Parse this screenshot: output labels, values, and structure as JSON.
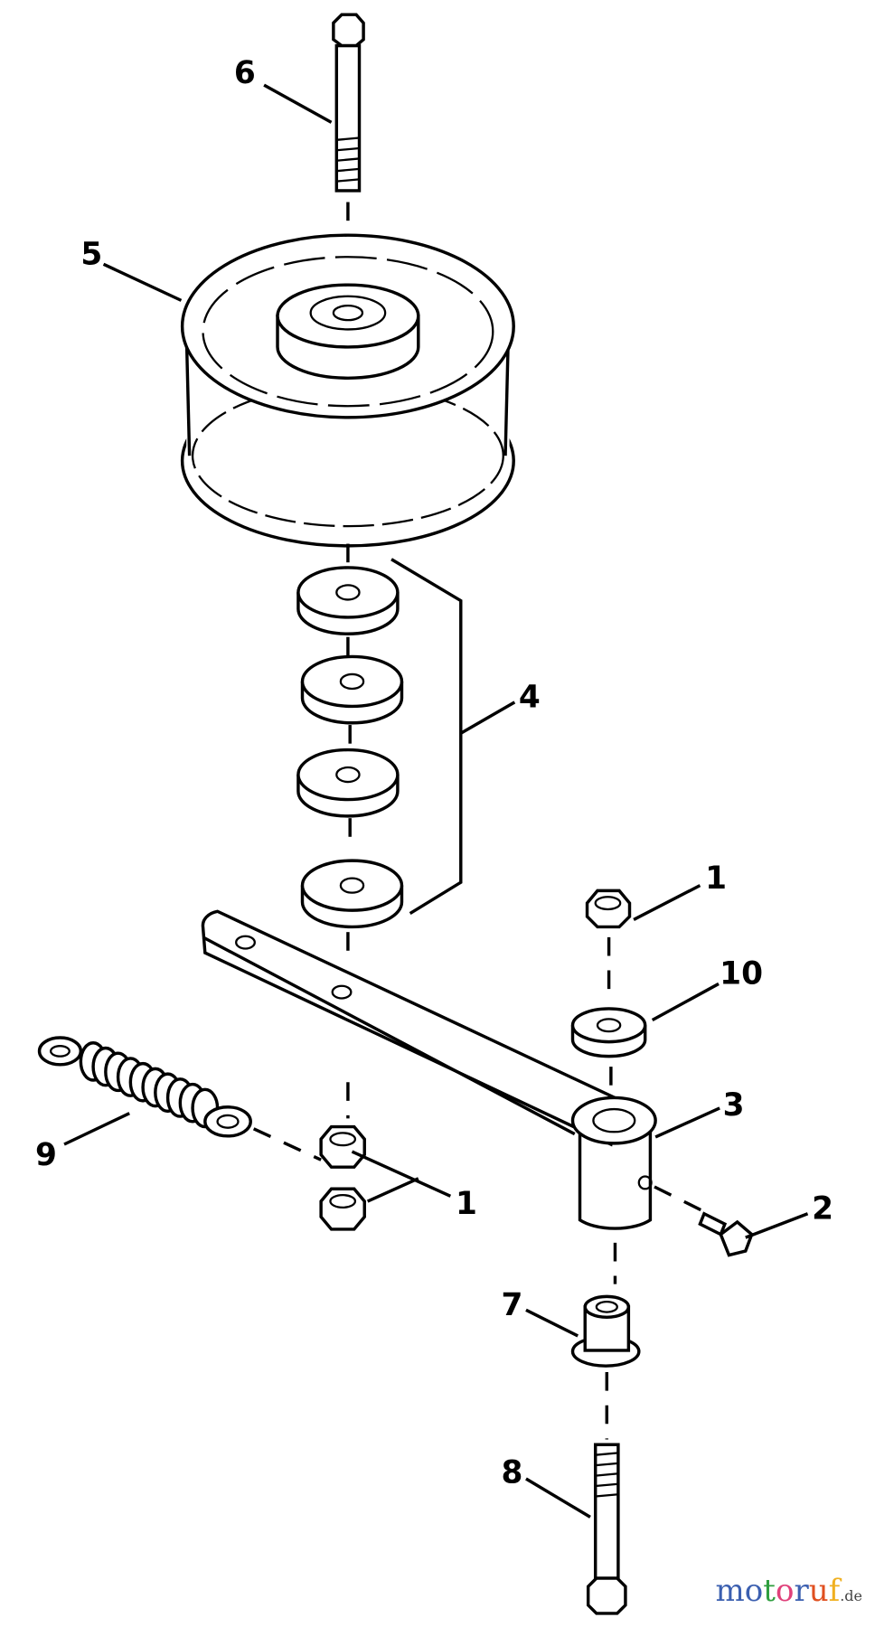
{
  "diagram": {
    "callouts": {
      "c1a": "1",
      "c1b": "1",
      "c2": "2",
      "c3": "3",
      "c4": "4",
      "c5": "5",
      "c6": "6",
      "c7": "7",
      "c8": "8",
      "c9": "9",
      "c10": "10"
    }
  },
  "watermark": {
    "letters": [
      "m",
      "o",
      "t",
      "o",
      "r",
      "u",
      "f"
    ],
    "colors": [
      "#3b5fb0",
      "#3b5fb0",
      "#2e9e3e",
      "#e0407a",
      "#3b5fb0",
      "#e05020",
      "#f0b020"
    ],
    "suffix": ".de"
  }
}
